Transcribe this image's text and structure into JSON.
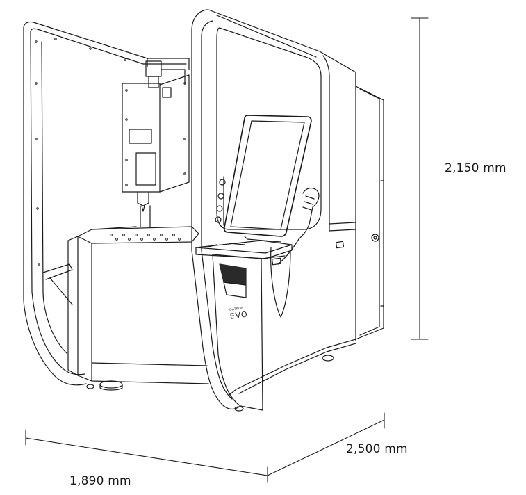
{
  "dimensions": {
    "height": "2,150 mm",
    "depth": "2,500 mm",
    "width": "1,890 mm"
  },
  "brand": {
    "name": "DATRON",
    "model": "EVO"
  }
}
